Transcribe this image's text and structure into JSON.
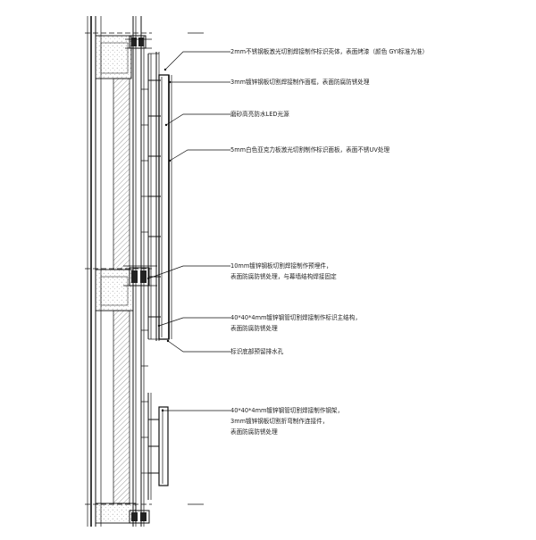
{
  "annotations": [
    {
      "id": "a1",
      "lines": [
        "2mm不锈钢板激光切割焊接制作标识壳体，表面烤漆（颜色 GYI标准为准）"
      ]
    },
    {
      "id": "a2",
      "lines": [
        "3mm镀锌钢板切割焊接制作面框，表面防腐防锈处理"
      ]
    },
    {
      "id": "a3",
      "lines": [
        "磨砂高亮防水LED光源"
      ]
    },
    {
      "id": "a4",
      "lines": [
        "5mm白色亚克力板激光切割制作标识面板，表面不锈UV处理"
      ]
    },
    {
      "id": "a5",
      "lines": [
        "10mm镀锌钢板切割焊接制作预埋件，",
        "表面防腐防锈处理，与幕墙结构焊接固定"
      ]
    },
    {
      "id": "a6",
      "lines": [
        "40*40*4mm镀锌钢管切割焊接制作标识主结构，",
        "表面防腐防锈处理"
      ]
    },
    {
      "id": "a7",
      "lines": [
        "标识底部预留排水孔"
      ]
    },
    {
      "id": "a8",
      "lines": [
        "40*40*4mm镀锌钢管切割焊接制作钢架，",
        "3mm镀锌钢板切割折弯制作连接件，",
        "表面防腐防锈处理"
      ]
    }
  ],
  "colors": {
    "ink": "#111111",
    "text": "#222222",
    "hatch": "#555555"
  }
}
